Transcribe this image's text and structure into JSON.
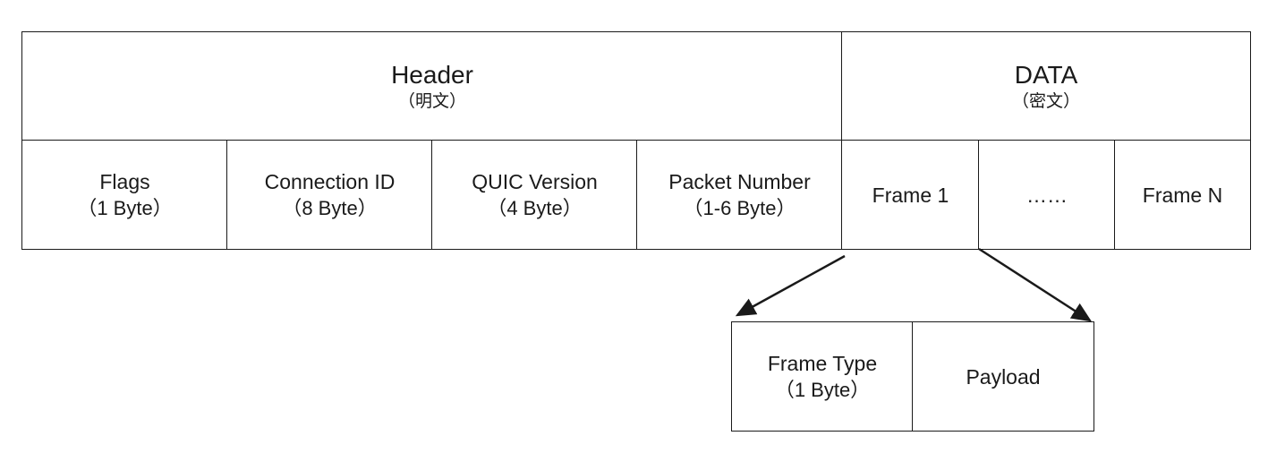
{
  "header": {
    "title": "Header",
    "subtitle": "（明文）"
  },
  "data_section": {
    "title": "DATA",
    "subtitle": "（密文）"
  },
  "header_fields": [
    {
      "name": "Flags",
      "size": "（1 Byte）"
    },
    {
      "name": "Connection ID",
      "size": "（8 Byte）"
    },
    {
      "name": "QUIC Version",
      "size": "（4 Byte）"
    },
    {
      "name": "Packet Number",
      "size": "（1-6 Byte）"
    }
  ],
  "data_fields": [
    {
      "name": "Frame 1"
    },
    {
      "name": "……"
    },
    {
      "name": "Frame N"
    }
  ],
  "frame_detail": [
    {
      "name": "Frame Type",
      "size": "（1 Byte）"
    },
    {
      "name": "Payload"
    }
  ]
}
